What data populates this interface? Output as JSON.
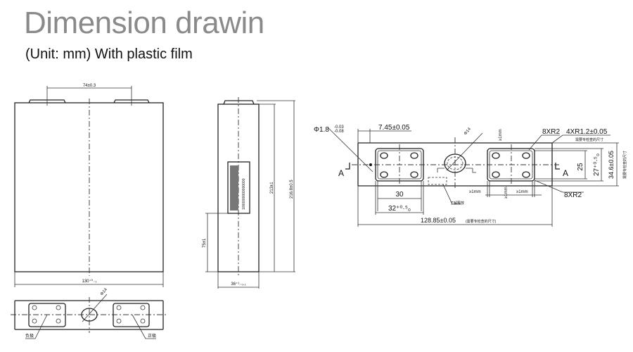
{
  "header": {
    "title": "Dimension drawin",
    "subtitle": "(Unit: mm) With plastic film"
  },
  "front_view": {
    "terminal_spacing": "74±0.3",
    "width": "130⁺⁰₋₁",
    "bottom_vent": "Φ14",
    "negative_label": "负极",
    "positive_label": "正极"
  },
  "side_view": {
    "thickness": "36⁺¹₋₀.₁",
    "label_offset": "75±1",
    "body_height": "213±1",
    "total_height": "216.8±0.5",
    "barcode": "1000000000000000"
  },
  "top_view": {
    "pin_hole": "Φ1.8",
    "pin_hole_tol_upper": "-0.03",
    "pin_hole_tol_lower": "-0.08",
    "pin_offset": "7.45±0.05",
    "vent_diameter": "Φ14",
    "corner_radius_top": "8XR2",
    "corner_radius_bottom": "8XR2",
    "body_radius": "4XR1.2±0.05",
    "body_radius_note": "需要专检查的尺寸",
    "section_left": "A",
    "section_right": "A",
    "terminal_inner_width": "30",
    "terminal_outer_width": "32⁺⁰·⁵₀",
    "total_length": "128.85±0.05",
    "total_length_note": "(需要专检查的尺寸)",
    "terminal_inner_height": "25",
    "terminal_outer_height": "27⁺⁰·⁵₀",
    "total_width": "34.6±0.05",
    "total_width_note": "需要专检查的尺寸",
    "clearance_1": "≥1mm",
    "clearance_2": "≥1mm",
    "clearance_3": "≥1mm",
    "clearance_4": "≥1mm",
    "vent_note": "了解释放"
  }
}
